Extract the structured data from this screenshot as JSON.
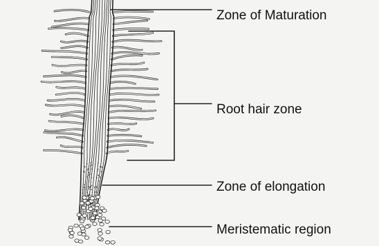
{
  "labels": {
    "maturation": "Zone of Maturation",
    "root_hair": "Root hair zone",
    "elongation": "Zone of elongation",
    "meristematic": "Meristematic region"
  }
}
